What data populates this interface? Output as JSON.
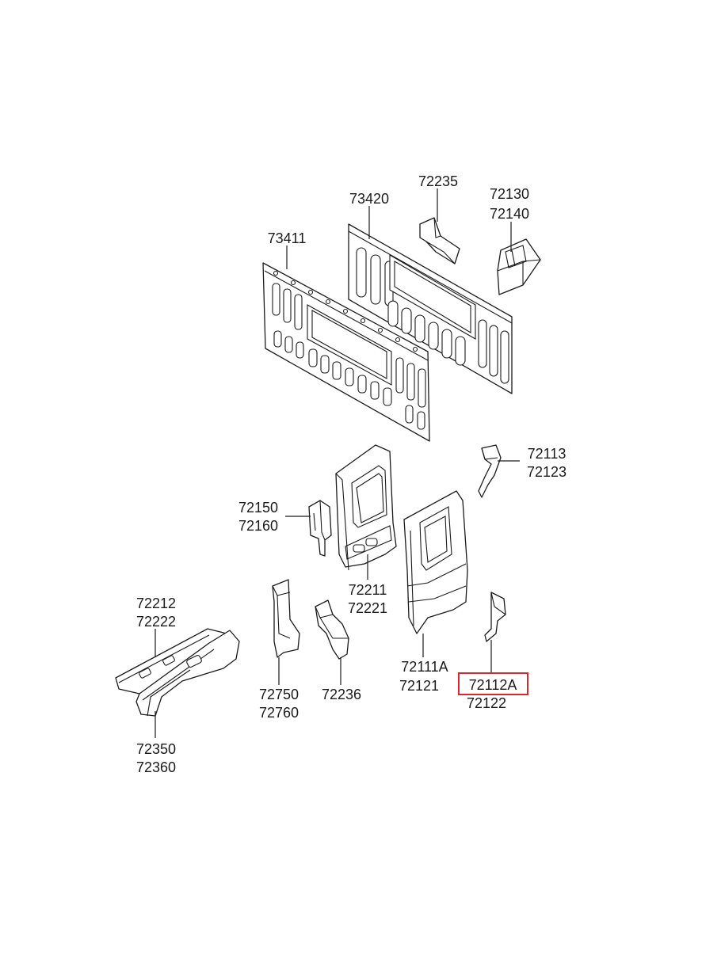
{
  "callouts": [
    {
      "id": "73411",
      "lines": [
        "73411"
      ]
    },
    {
      "id": "73420",
      "lines": [
        "73420"
      ]
    },
    {
      "id": "72235",
      "lines": [
        "72235"
      ]
    },
    {
      "id": "72130",
      "lines": [
        "72130",
        "72140"
      ]
    },
    {
      "id": "72113",
      "lines": [
        "72113",
        "72123"
      ]
    },
    {
      "id": "72150",
      "lines": [
        "72150",
        "72160"
      ]
    },
    {
      "id": "72211",
      "lines": [
        "72211",
        "72221"
      ]
    },
    {
      "id": "72212",
      "lines": [
        "72212",
        "72222"
      ]
    },
    {
      "id": "72750",
      "lines": [
        "72750",
        "72760"
      ]
    },
    {
      "id": "72236",
      "lines": [
        "72236"
      ]
    },
    {
      "id": "72111A",
      "lines": [
        "72111A",
        "72121"
      ]
    },
    {
      "id": "72112A",
      "lines": [
        "72112A",
        "72122"
      ]
    },
    {
      "id": "72350",
      "lines": [
        "72350",
        "72360"
      ]
    }
  ],
  "highlight": {
    "part": "72112A",
    "color": "#e0262b"
  }
}
